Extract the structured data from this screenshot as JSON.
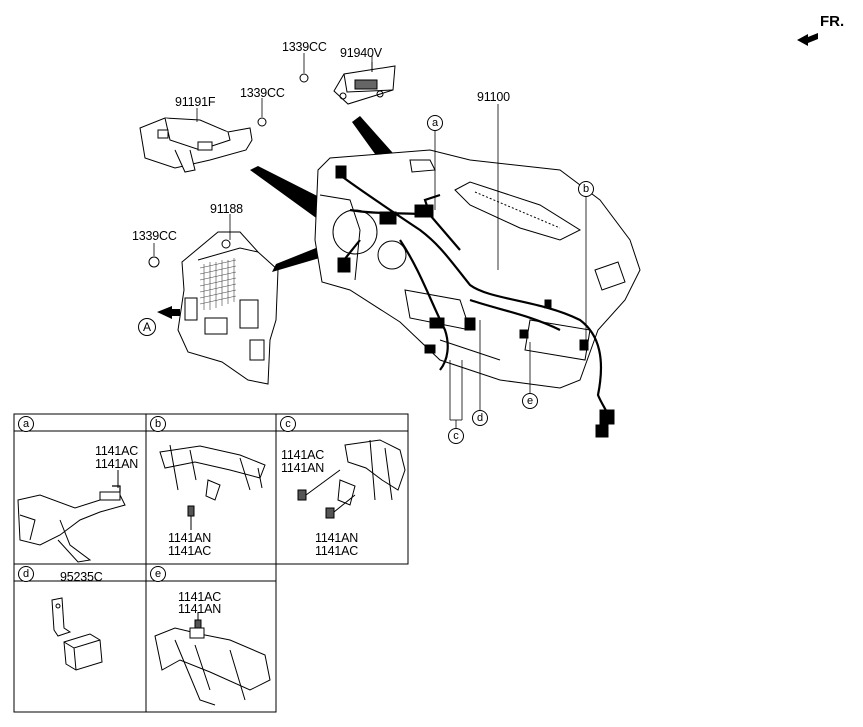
{
  "front_indicator": {
    "label": "FR."
  },
  "main_parts": {
    "p91940V": "91940V",
    "p1339CC_top": "1339CC",
    "p91191F": "91191F",
    "p1339CC_mid": "1339CC",
    "p91100": "91100",
    "p91188": "91188",
    "p1339CC_left": "1339CC",
    "view_A": "A"
  },
  "callouts": {
    "a": "a",
    "b": "b",
    "c": "c",
    "d": "d",
    "e": "e"
  },
  "detail_panels": {
    "a": {
      "key": "a",
      "line1": "1141AC",
      "line2": "1141AN"
    },
    "b": {
      "key": "b",
      "line1": "1141AN",
      "line2": "1141AC"
    },
    "c": {
      "key": "c",
      "top1": "1141AC",
      "top2": "1141AN",
      "bottom1": "1141AN",
      "bottom2": "1141AC"
    },
    "d": {
      "key": "d",
      "line1": "95235C"
    },
    "e": {
      "key": "e",
      "line1": "1141AC",
      "line2": "1141AN"
    }
  },
  "colors": {
    "ink": "#000000",
    "paper": "#ffffff",
    "shade": "#bdbdbd"
  }
}
